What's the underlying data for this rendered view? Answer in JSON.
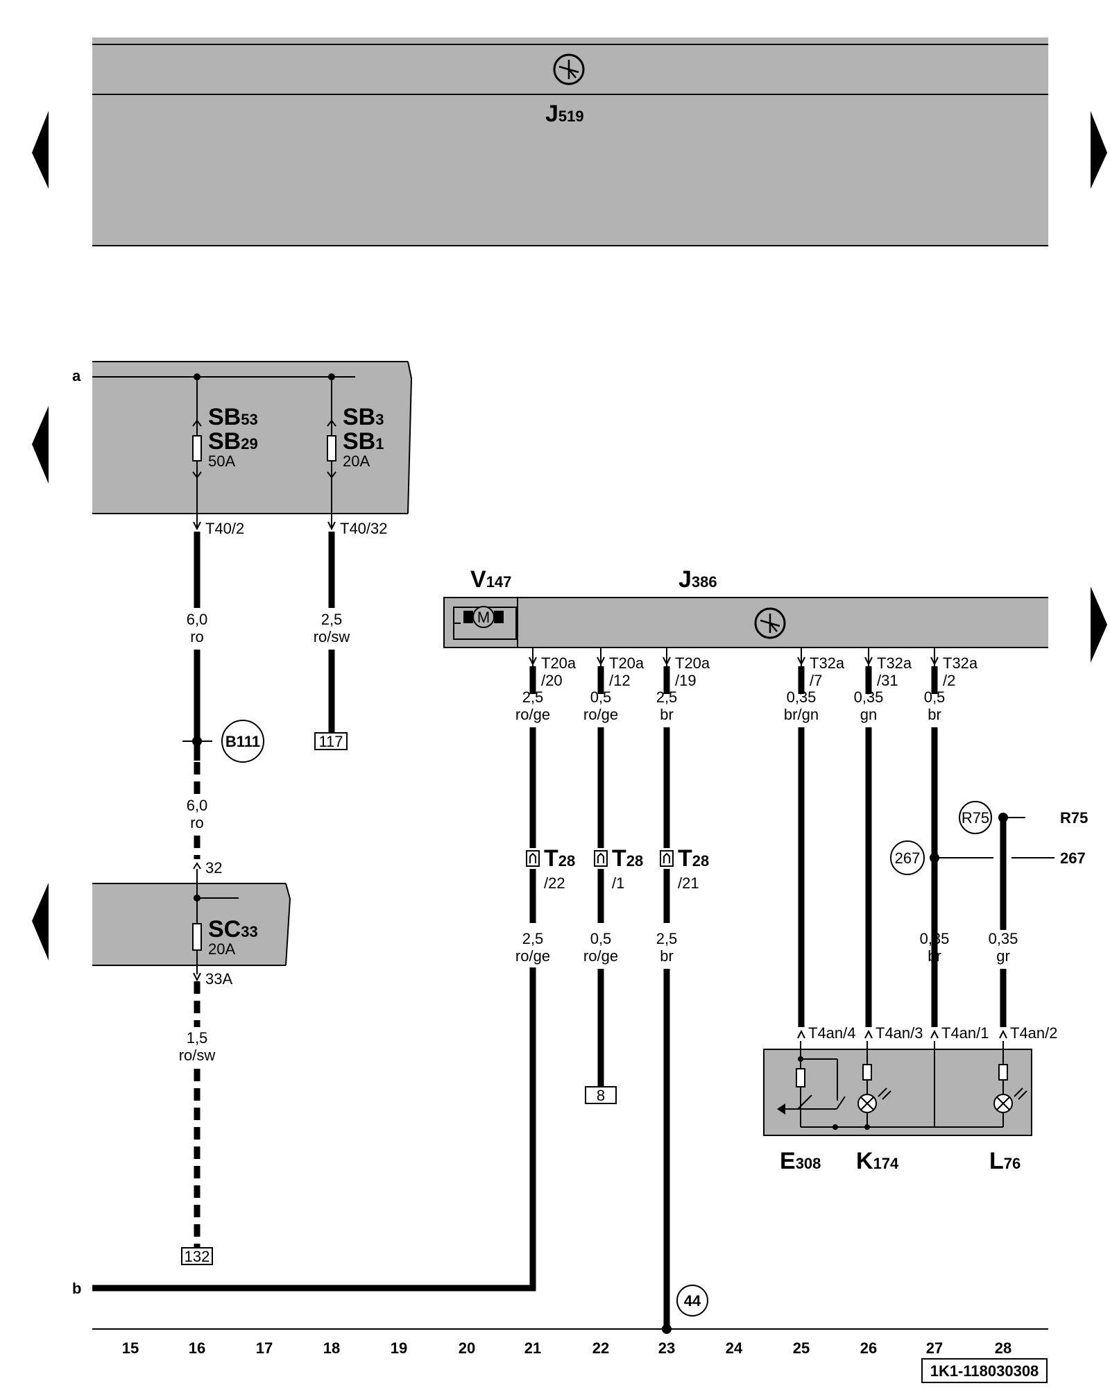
{
  "top_unit": {
    "name": "J",
    "sub": "519"
  },
  "fuse_box_a": {
    "rail_label": "a",
    "fuses": [
      {
        "n1": "SB",
        "s1": "53",
        "n2": "SB",
        "s2": "29",
        "amps": "50A",
        "pin": "T40/2",
        "gauge": "6,0",
        "color": "ro"
      },
      {
        "n1": "SB",
        "s1": "3",
        "n2": "SB",
        "s2": "1",
        "amps": "20A",
        "pin": "T40/32",
        "gauge": "2,5",
        "color": "ro/sw",
        "ref": "117"
      }
    ],
    "ground_point": "B111"
  },
  "wire16_lower": {
    "gauge": "6,0",
    "color": "ro",
    "pin_in": "32"
  },
  "fuse_box_c": {
    "name": "SC",
    "sub": "33",
    "amps": "20A",
    "pin_out": "33A",
    "gauge": "1,5",
    "color": "ro/sw",
    "ref": "132"
  },
  "bottom_rail_label": "b",
  "fan_motor": {
    "name": "V",
    "sub": "147",
    "motor_letter": "M"
  },
  "control_unit": {
    "name": "J",
    "sub": "386"
  },
  "pins_j386": [
    {
      "a": "T20a",
      "b": "/20",
      "gauge": "2,5",
      "color": "ro/ge"
    },
    {
      "a": "T20a",
      "b": "/12",
      "gauge": "0,5",
      "color": "ro/ge"
    },
    {
      "a": "T20a",
      "b": "/19",
      "gauge": "2,5",
      "color": "br"
    },
    {
      "a": "T32a",
      "b": "/7",
      "gauge": "0,35",
      "color": "br/gn"
    },
    {
      "a": "T32a",
      "b": "/31",
      "gauge": "0,35",
      "color": "gn"
    },
    {
      "a": "T32a",
      "b": "/2",
      "gauge": "0,5",
      "color": "br"
    }
  ],
  "connectors_t28": [
    {
      "name": "T",
      "sub": "28",
      "pin": "/22",
      "gauge": "2,5",
      "color": "ro/ge"
    },
    {
      "name": "T",
      "sub": "28",
      "pin": "/1",
      "gauge": "0,5",
      "color": "ro/ge",
      "ref": "8"
    },
    {
      "name": "T",
      "sub": "28",
      "pin": "/21",
      "gauge": "2,5",
      "color": "br",
      "ground": "44"
    }
  ],
  "right_wires": [
    {
      "gauge": "0,35",
      "color": "br",
      "circle": "267",
      "ref": "267"
    },
    {
      "gauge": "0,35",
      "color": "gr",
      "circle": "R75",
      "ref": "R75"
    }
  ],
  "switch_unit": {
    "pins": [
      "T4an/4",
      "T4an/3",
      "T4an/1",
      "T4an/2"
    ],
    "components": [
      {
        "name": "E",
        "sub": "308"
      },
      {
        "name": "K",
        "sub": "174"
      },
      {
        "name": "L",
        "sub": "76"
      }
    ]
  },
  "grid_numbers": [
    "15",
    "16",
    "17",
    "18",
    "19",
    "20",
    "21",
    "22",
    "23",
    "24",
    "25",
    "26",
    "27",
    "28"
  ],
  "doc_id": "1K1-118030308"
}
